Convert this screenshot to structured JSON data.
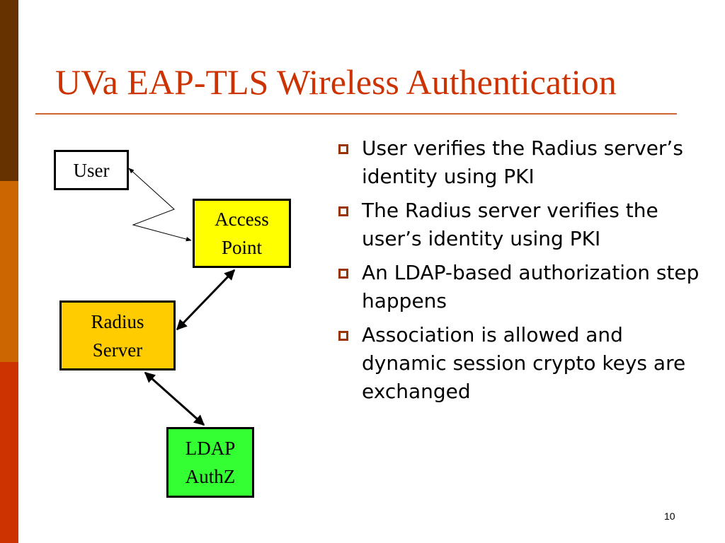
{
  "slide": {
    "title": "UVa EAP-TLS Wireless Authentication",
    "page_number": "10"
  },
  "diagram": {
    "nodes": {
      "user": {
        "lines": [
          "User"
        ],
        "fill": "#ffffff"
      },
      "access_point": {
        "lines": [
          "Access",
          "Point"
        ],
        "fill": "#ffff00"
      },
      "radius_server": {
        "lines": [
          "Radius",
          "Server"
        ],
        "fill": "#ffcc00"
      },
      "ldap": {
        "lines": [
          "LDAP",
          "AuthZ"
        ],
        "fill": "#33ff33"
      }
    },
    "connections": [
      {
        "from": "user",
        "to": "access_point",
        "style": "wireless-zigzag"
      },
      {
        "from": "access_point",
        "to": "radius_server",
        "style": "double-arrow"
      },
      {
        "from": "radius_server",
        "to": "ldap",
        "style": "double-arrow"
      }
    ]
  },
  "bullets": [
    "User verifies the Radius server’s identity using PKI",
    "The Radius server verifies the user’s identity using PKI",
    "An LDAP-based authorization step happens",
    "Association is allowed and dynamic session crypto keys are exchanged"
  ],
  "colors": {
    "title": "#cc3300",
    "stripe_top": "#663300",
    "stripe_middle": "#cc6600",
    "stripe_bottom": "#cc3300",
    "bullet": "#993300"
  }
}
